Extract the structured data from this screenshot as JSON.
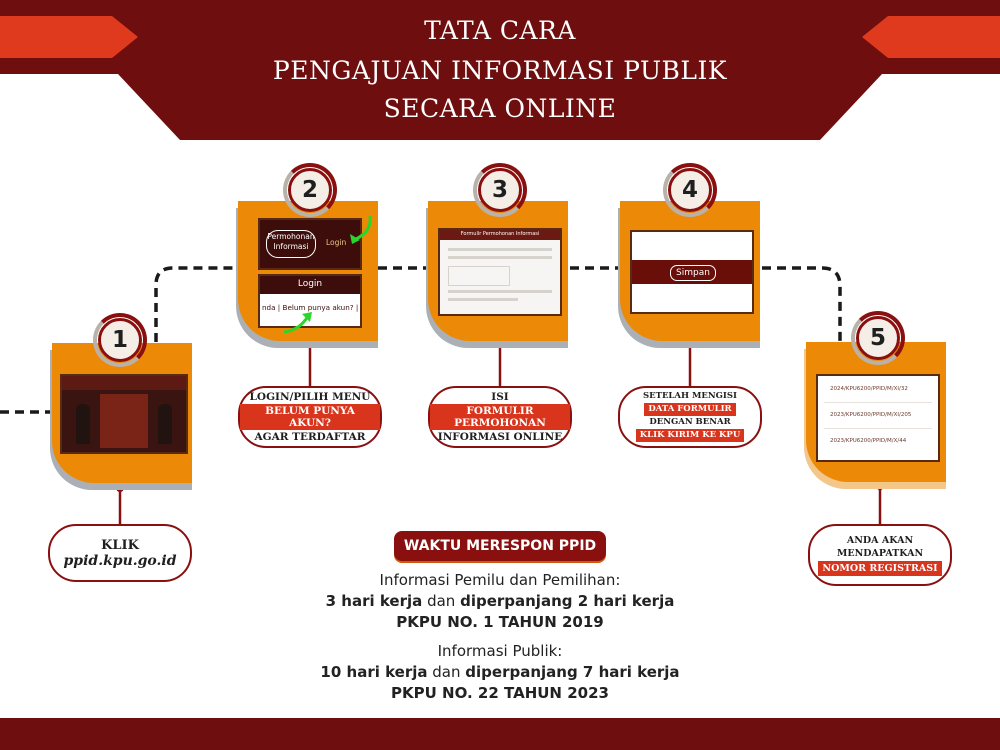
{
  "header": {
    "title_lines": [
      "TATA CARA",
      "PENGAJUAN INFORMASI PUBLIK",
      "SECARA ONLINE"
    ]
  },
  "steps": [
    {
      "number": "1",
      "label_lines": [
        "KLIK",
        "ppid.kpu.go.id"
      ]
    },
    {
      "number": "2",
      "label_top": "LOGIN/PILIH MENU",
      "label_highlight": "BELUM PUNYA AKUN?",
      "label_bottom": "AGAR TERDAFTAR",
      "screen": {
        "permohonan": "Permohonan",
        "informasi": "Informasi",
        "login_link": "Login",
        "login_title": "Login",
        "login_row": "nda | Belum punya akun? | L"
      }
    },
    {
      "number": "3",
      "label_top": "ISI",
      "label_highlight": "FORMULIR PERMOHONAN",
      "label_bottom": "INFORMASI ONLINE",
      "screen": {
        "form_title": "Formulir Permohonan Informasi"
      }
    },
    {
      "number": "4",
      "label_top": "SETELAH MENGISI",
      "label_highlight": "DATA FORMULIR",
      "label_middle": "DENGAN BENAR",
      "label_highlight2": "KLIK KIRIM KE KPU",
      "screen": {
        "button": "Simpan"
      }
    },
    {
      "number": "5",
      "label_top": "ANDA AKAN",
      "label_middle": "MENDAPATKAN",
      "label_highlight": "NOMOR REGISTRASI",
      "screen": {
        "rows": [
          "2024/KPU6200/PPID/M/XI/32",
          "2023/KPU6200/PPID/M/XI/205",
          "2023/KPU6200/PPID/M/X/44"
        ]
      }
    }
  ],
  "response": {
    "badge": "WAKTU MERESPON PPID",
    "groups": [
      {
        "heading": "Informasi Pemilu dan Pemilihan:",
        "days": "3 hari kerja",
        "joiner": "dan",
        "extended": "diperpanjang 2 hari kerja",
        "regulation": "PKPU NO. 1 TAHUN 2019"
      },
      {
        "heading": "Informasi Publik:",
        "days": "10 hari kerja",
        "joiner": "dan",
        "extended": "diperpanjang 7 hari kerja",
        "regulation": "PKPU NO. 22 TAHUN 2023"
      }
    ]
  },
  "colors": {
    "maroon": "#6e0e0e",
    "red": "#d9341c",
    "orange": "#ec8a08",
    "white": "#ffffff"
  }
}
